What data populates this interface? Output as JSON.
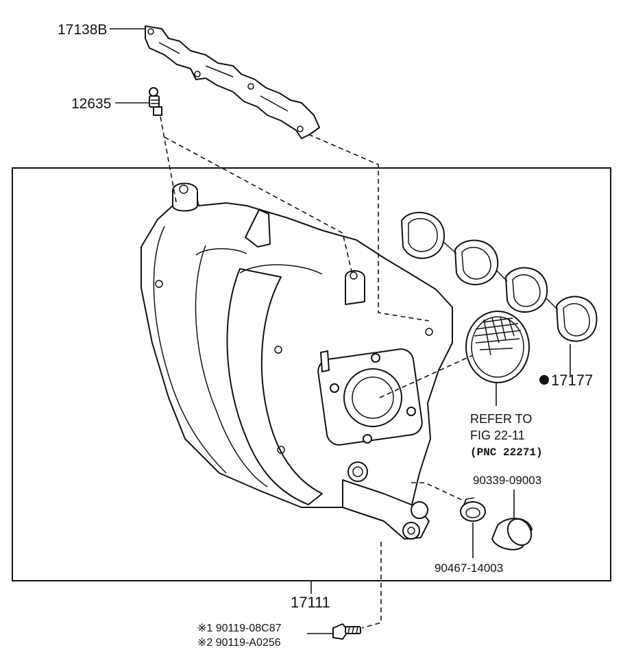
{
  "labels": {
    "gasket_top": "17138B",
    "stud": "12635",
    "gasket_set": "17177",
    "refer_line1": "REFER TO",
    "refer_line2": "FIG 22-11",
    "refer_pnc": "(PNC 22271)",
    "cap": "90339-09003",
    "clamp": "90467-14003",
    "manifold": "17111",
    "bolt_1": "※1 90119-08C87",
    "bolt_2": "※2 90119-A0256"
  },
  "icons": {
    "marker": "filled-circle-icon"
  }
}
